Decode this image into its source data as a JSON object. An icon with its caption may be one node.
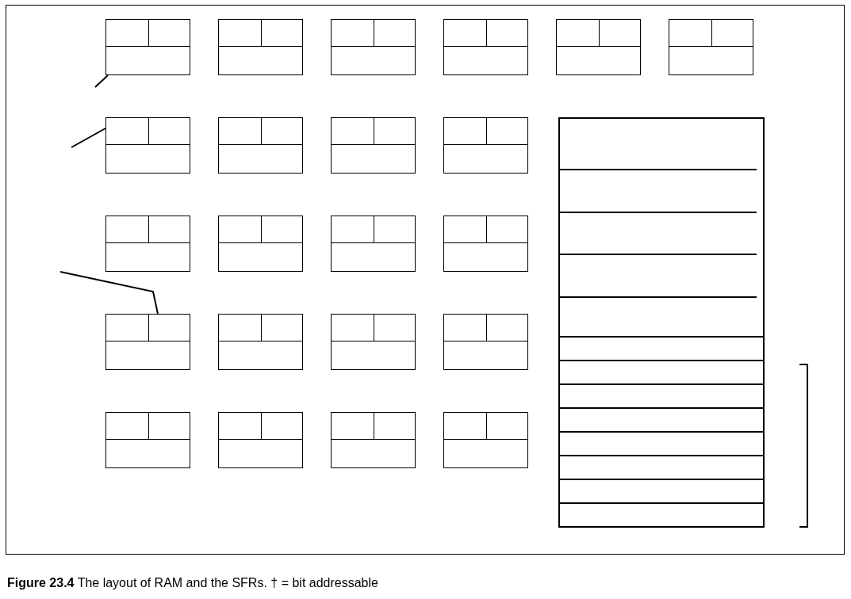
{
  "diagram": {
    "caption": "**Figure 23.4** The layout of RAM and the SFRs. † = bit addressable",
    "nodes": [
      {
        "text": [],
        "shape": "box"
      },
      {
        "text": [],
        "shape": "box"
      },
      {
        "text": [],
        "shape": "box"
      },
      {
        "text": [],
        "shape": "box"
      },
      {
        "text": [],
        "shape": "box"
      },
      {
        "text": [],
        "shape": "box"
      },
      {
        "text": [],
        "shape": "box"
      },
      {
        "text": [],
        "shape": "box"
      },
      {
        "text": [],
        "shape": "box"
      },
      {
        "text": [],
        "shape": "box"
      },
      {
        "text": [],
        "shape": "box"
      },
      {
        "text": [],
        "shape": "box"
      },
      {
        "text": [],
        "shape": "box"
      },
      {
        "text": [],
        "shape": "box"
      },
      {
        "text": [],
        "shape": "box"
      },
      {
        "text": [],
        "shape": "box"
      },
      {
        "text": [],
        "shape": "box"
      },
      {
        "text": [],
        "shape": "box"
      },
      {
        "text": [],
        "shape": "box"
      },
      {
        "text": [],
        "shape": "box"
      },
      {
        "text": [],
        "shape": "box"
      },
      {
        "text": [],
        "shape": "box"
      },
      {
        "text": [],
        "shape": "box"
      },
      {
        "text": [],
        "shape": "box",
        "in": 22
      },
      {
        "text": [],
        "shape": "box",
        "in": 22
      },
      {
        "text": [],
        "shape": "box",
        "in": 22
      },
      {
        "text": [],
        "shape": "box",
        "in": 22
      },
      {
        "text": [],
        "shape": "box",
        "in": 22
      },
      {
        "text": [],
        "shape": "box",
        "in": 22
      },
      {
        "text": [],
        "shape": "box",
        "in": 22
      },
      {
        "text": [],
        "shape": "box",
        "in": 22
      },
      {
        "text": [],
        "shape": "box",
        "in": 22
      },
      {
        "text": [],
        "shape": "box",
        "in": 22
      },
      {
        "text": [],
        "shape": "box",
        "in": 22
      },
      {
        "text": [],
        "shape": "box",
        "in": 22
      },
      {
        "text": [],
        "shape": "box",
        "in": 22
      }
    ],
    "edges": [
      {
        "from": null,
        "to": 0,
        "arrow": "none"
      },
      {
        "from": null,
        "to": 6,
        "arrow": "none"
      },
      {
        "from": null,
        "to": 14,
        "arrow": "none"
      }
    ]
  }
}
